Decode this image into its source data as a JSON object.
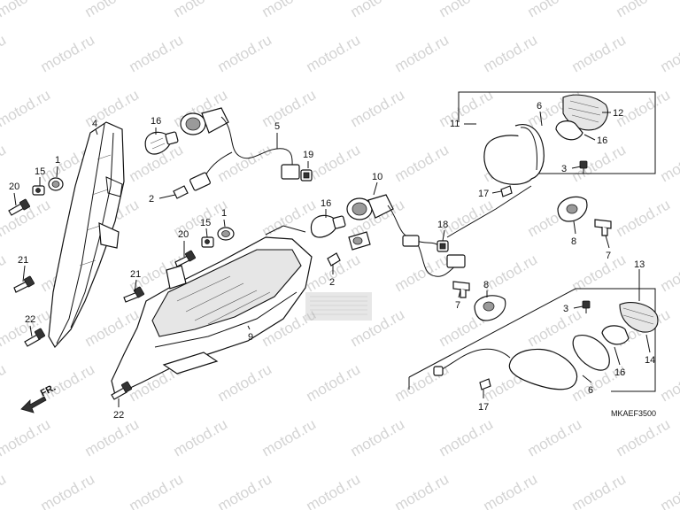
{
  "watermark": {
    "text": "motod.ru"
  },
  "diagram_code": "MKAEF3500",
  "front_marker": "FR.",
  "callouts": {
    "p1a": "1",
    "p1b": "1",
    "p2a": "2",
    "p2b": "2",
    "p3a": "3",
    "p3b": "3",
    "p4": "4",
    "p5": "5",
    "p6a": "6",
    "p6b": "6",
    "p7a": "7",
    "p7b": "7",
    "p8a": "8",
    "p8b": "8",
    "p9": "9",
    "p10": "10",
    "p11": "11",
    "p12": "12",
    "p13": "13",
    "p14": "14",
    "p15a": "15",
    "p15b": "15",
    "p16a": "16",
    "p16b": "16",
    "p16c": "16",
    "p16d": "16",
    "p17a": "17",
    "p17b": "17",
    "p18": "18",
    "p19": "19",
    "p20a": "20",
    "p20b": "20",
    "p21a": "21",
    "p21b": "21",
    "p22a": "22",
    "p22b": "22"
  }
}
